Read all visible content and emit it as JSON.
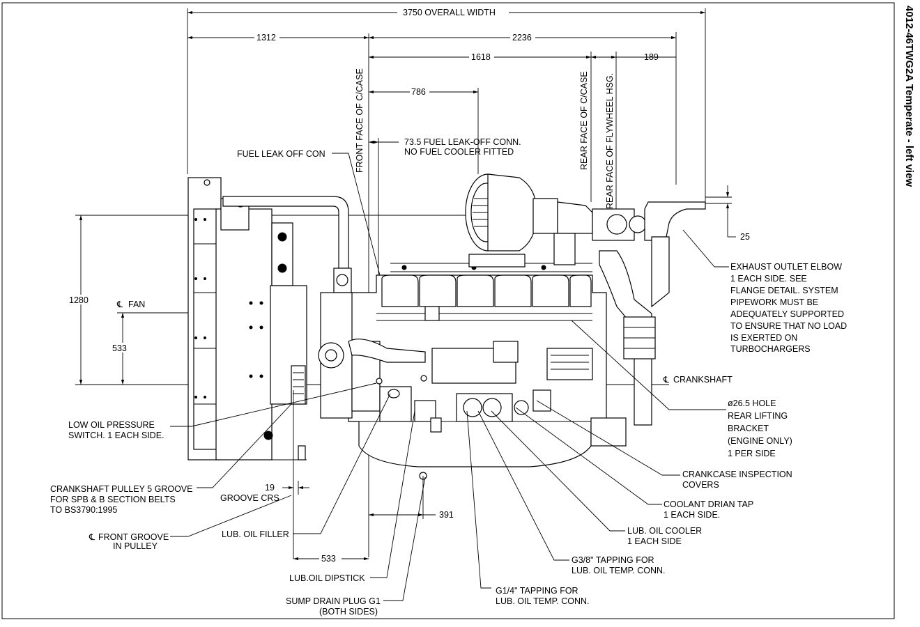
{
  "title": "4012-46TWG2A Temperate - left view",
  "dimensions": {
    "overall_width": "3750  OVERALL WIDTH",
    "d1312": "1312",
    "d2236": "2236",
    "d1618": "1618",
    "d189": "189",
    "d786": "786",
    "d25": "25",
    "d1280": "1280",
    "d533_vertical": "533",
    "d19": "19",
    "d391": "391",
    "d533_bottom": "533"
  },
  "reference_lines": {
    "front_face": "FRONT FACE OF C/CASE",
    "rear_face": "REAR FACE OF C/CASE",
    "flywheel": "REAR FACE OF FLYWHEEL HSG.",
    "fan": "FAN",
    "crankshaft": "CRANKSHAFT",
    "cl_symbol": "℄"
  },
  "callouts": {
    "fuel_leak_off": "FUEL LEAK OFF CON",
    "fuel_leak_off_conn": [
      "73.5 FUEL LEAK-OFF CONN.",
      "NO FUEL COOLER FITTED"
    ],
    "exhaust_elbow": [
      "EXHAUST OUTLET ELBOW",
      "1 EACH SIDE. SEE",
      "FLANGE DETAIL. SYSTEM",
      "PIPEWORK MUST BE",
      "ADEQUATELY SUPPORTED",
      "TO ENSURE THAT NO LOAD",
      "IS EXERTED ON",
      "TURBOCHARGERS"
    ],
    "lifting_bracket": [
      "ø26.5 HOLE",
      "REAR LIFTING",
      "BRACKET",
      "(ENGINE ONLY)",
      "1 PER SIDE"
    ],
    "low_oil_pressure": [
      "LOW OIL PRESSURE",
      "SWITCH. 1 EACH SIDE."
    ],
    "crankcase_covers": [
      "CRANKCASE INSPECTION",
      "COVERS"
    ],
    "coolant_drain": [
      "COOLANT DRIAN TAP",
      "1 EACH SIDE."
    ],
    "crank_pulley": [
      "CRANKSHAFT PULLEY 5 GROOVE",
      "FOR SPB & B SECTION BELTS",
      "TO BS3790:1995"
    ],
    "groove_crs": "GROOVE CRS",
    "lub_oil_cooler": [
      "LUB. OIL COOLER",
      "1 EACH SIDE"
    ],
    "front_groove": [
      "FRONT GROOVE",
      "IN PULLEY"
    ],
    "lub_oil_filler": "LUB. OIL FILLER",
    "tapping_38": [
      "G3/8\" TAPPING FOR",
      "LUB. OIL TEMP. CONN."
    ],
    "dipstick": "LUB.OIL DIPSTICK",
    "tapping_14": [
      "G1/4\" TAPPING FOR",
      "LUB. OIL TEMP. CONN."
    ],
    "sump_drain": [
      "SUMP DRAIN PLUG G1",
      "(BOTH SIDES)"
    ]
  },
  "colors": {
    "ink": "#000000",
    "paper": "#ffffff"
  }
}
